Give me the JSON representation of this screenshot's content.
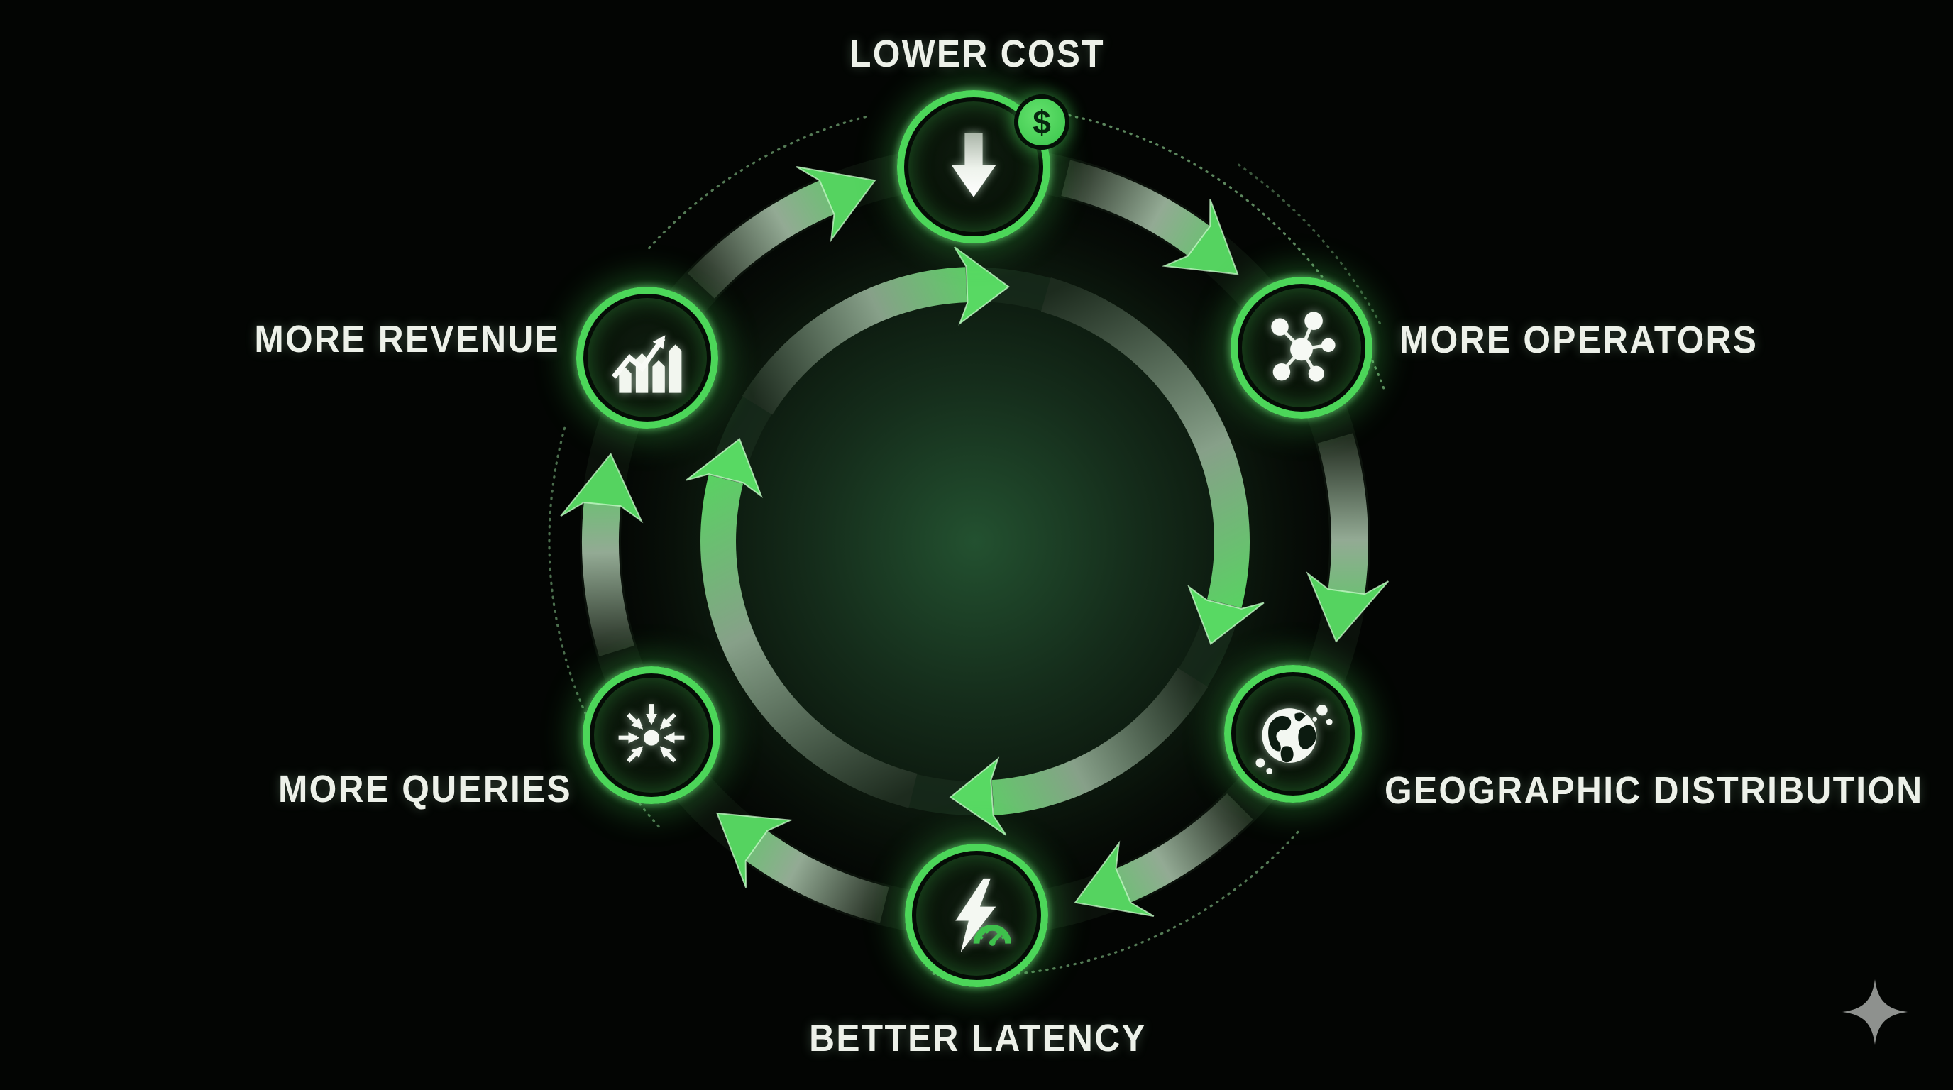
{
  "diagram": {
    "type": "cycle-flywheel",
    "direction": "clockwise",
    "background_color": "#030503",
    "accent_color": "#4fd05b",
    "label_color": "#edf1e9",
    "center_glow_color": "#235130",
    "nodes": [
      {
        "label": "LOWER COST",
        "icon": "arrow-down-cost-icon",
        "badge": "$"
      },
      {
        "label": "MORE OPERATORS",
        "icon": "network-nodes-icon"
      },
      {
        "label": "GEOGRAPHIC DISTRIBUTION",
        "icon": "globe-icon"
      },
      {
        "label": "BETTER LATENCY",
        "icon": "lightning-speedometer-icon"
      },
      {
        "label": "MORE QUERIES",
        "icon": "converging-arrows-icon"
      },
      {
        "label": "MORE REVENUE",
        "icon": "rising-bar-chart-icon"
      }
    ]
  },
  "watermark": {
    "icon": "sparkle-icon",
    "color": "#8e918e"
  }
}
